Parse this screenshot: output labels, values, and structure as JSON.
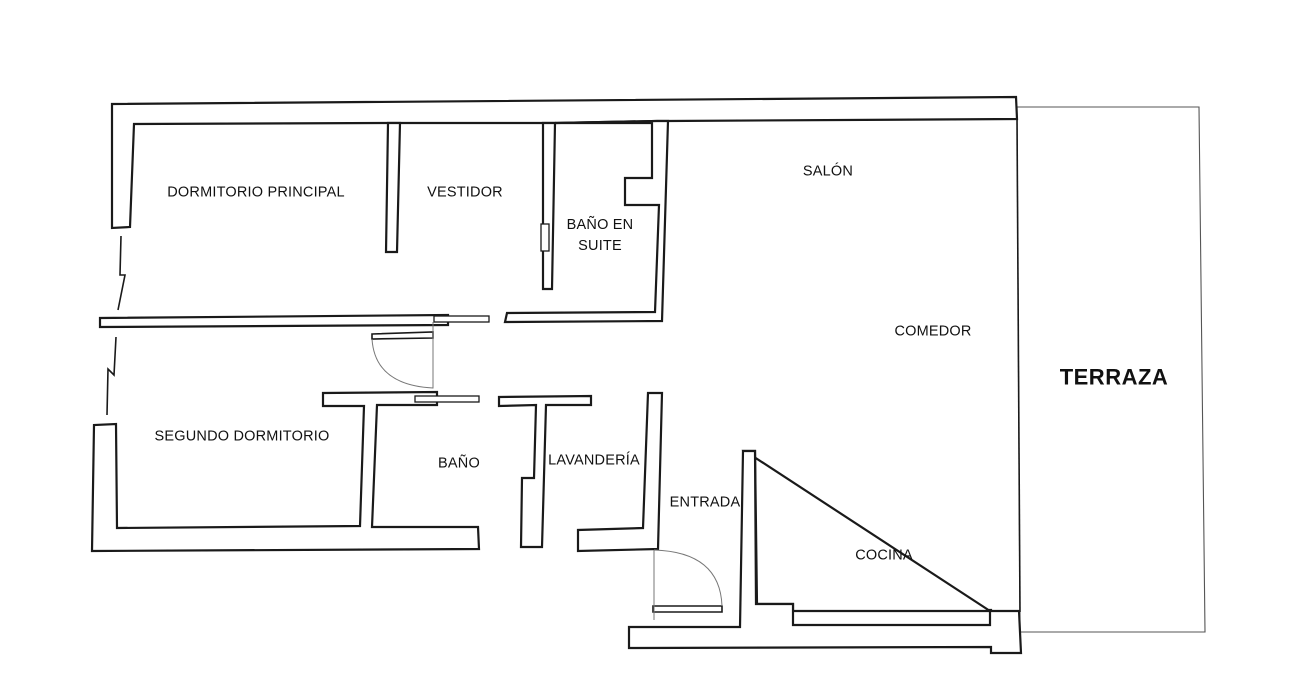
{
  "plan": {
    "title": "Floor plan",
    "colors": {
      "wall": "#1a1a1a",
      "background": "#ffffff",
      "terrace_line": "#555555"
    },
    "rooms": [
      {
        "id": "dormitorio-principal",
        "label": "DORMITORIO PRINCIPAL"
      },
      {
        "id": "vestidor",
        "label": "VESTIDOR"
      },
      {
        "id": "bano-en-suite",
        "label_line1": "BAÑO EN",
        "label_line2": "SUITE"
      },
      {
        "id": "salon",
        "label": "SALÓN"
      },
      {
        "id": "comedor",
        "label": "COMEDOR"
      },
      {
        "id": "terraza",
        "label": "TERRAZA"
      },
      {
        "id": "segundo-dormitorio",
        "label": "SEGUNDO DORMITORIO"
      },
      {
        "id": "bano",
        "label": "BAÑO"
      },
      {
        "id": "lavanderia",
        "label": "LAVANDERÍA"
      },
      {
        "id": "entrada",
        "label": "ENTRADA"
      },
      {
        "id": "cocina",
        "label": "COCINA"
      }
    ]
  }
}
